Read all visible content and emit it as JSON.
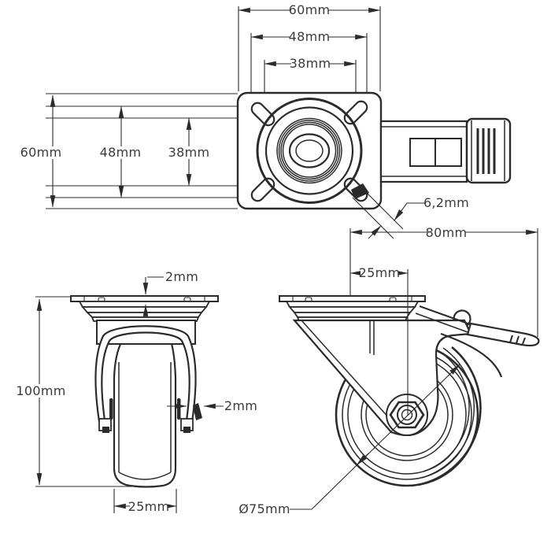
{
  "document": {
    "type": "technical-drawing",
    "subject": "Swivel plate caster with total-lock brake — dimensioned orthographic views"
  },
  "colors": {
    "background": "#ffffff",
    "line": "#2b2b2b",
    "text": "#3a3a3a"
  },
  "views": {
    "top": {
      "name": "top view — mounting plate with brake lever",
      "dims": {
        "plate_width": "60mm",
        "bolt_outer": "48mm",
        "bolt_inner": "38mm",
        "plate_depth": "60mm",
        "bolt_outer_v": "48mm",
        "bolt_inner_v": "38mm",
        "slot_width": "6,2mm"
      }
    },
    "front": {
      "name": "front view — fork and wheel",
      "dims": {
        "plate_thickness": "2mm",
        "total_height": "100mm",
        "fork_thickness": "2mm",
        "wheel_width": "25mm"
      }
    },
    "side": {
      "name": "side view — swivel wheel with brake pedal",
      "dims": {
        "total_length": "80mm",
        "swivel_offset": "25mm",
        "wheel_diameter": "Ø75mm"
      }
    }
  }
}
